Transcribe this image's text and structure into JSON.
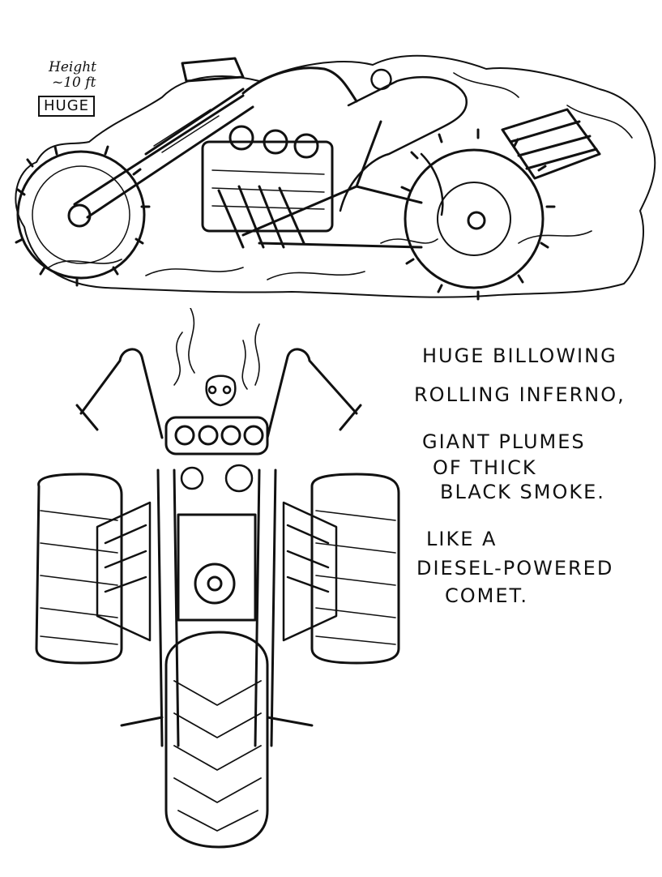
{
  "annotations": {
    "height_line1": "Height",
    "height_line2": "~10 ft",
    "size_tag": "HUGE"
  },
  "notes": [
    "HUGE BILLOWING",
    "ROLLING INFERNO,",
    "GIANT PLUMES",
    "OF THICK",
    "BLACK SMOKE.",
    "LIKE A",
    "DIESEL-POWERED",
    "COMET."
  ]
}
